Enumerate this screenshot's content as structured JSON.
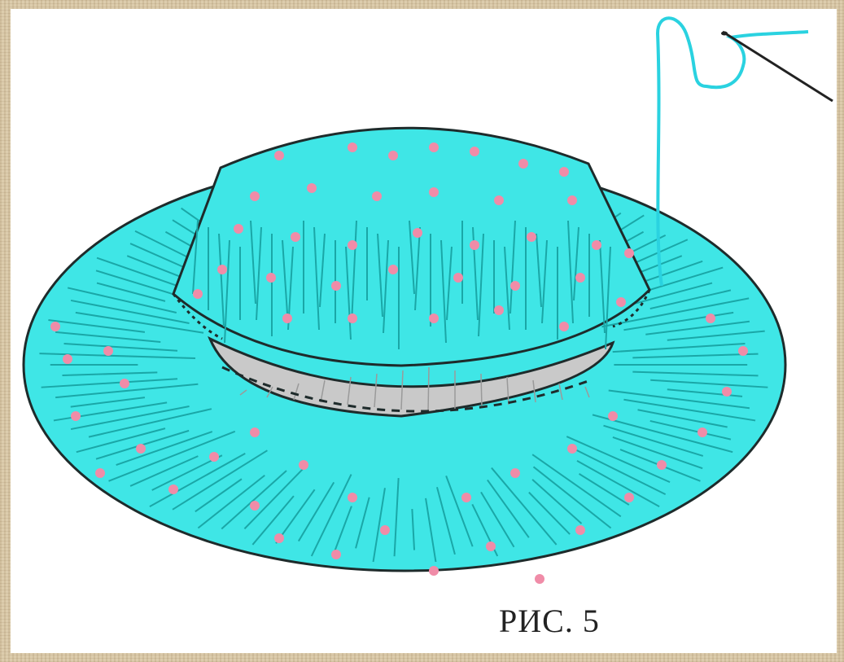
{
  "figure": {
    "caption": "РИС. 5"
  },
  "palette": {
    "fabric": "#3fe6e6",
    "fabric_dark": "#1aa7a7",
    "lining": "#c9c9c9",
    "dots": "#f08ca8",
    "outline": "#1e2b2b",
    "thread": "#2ad2e0",
    "needle": "#222222",
    "frame": "#d8c6a3"
  },
  "parts": {
    "brim": "brim",
    "crown": "crown",
    "inner_lining": "inner-lining",
    "needle": "needle",
    "thread": "thread"
  }
}
